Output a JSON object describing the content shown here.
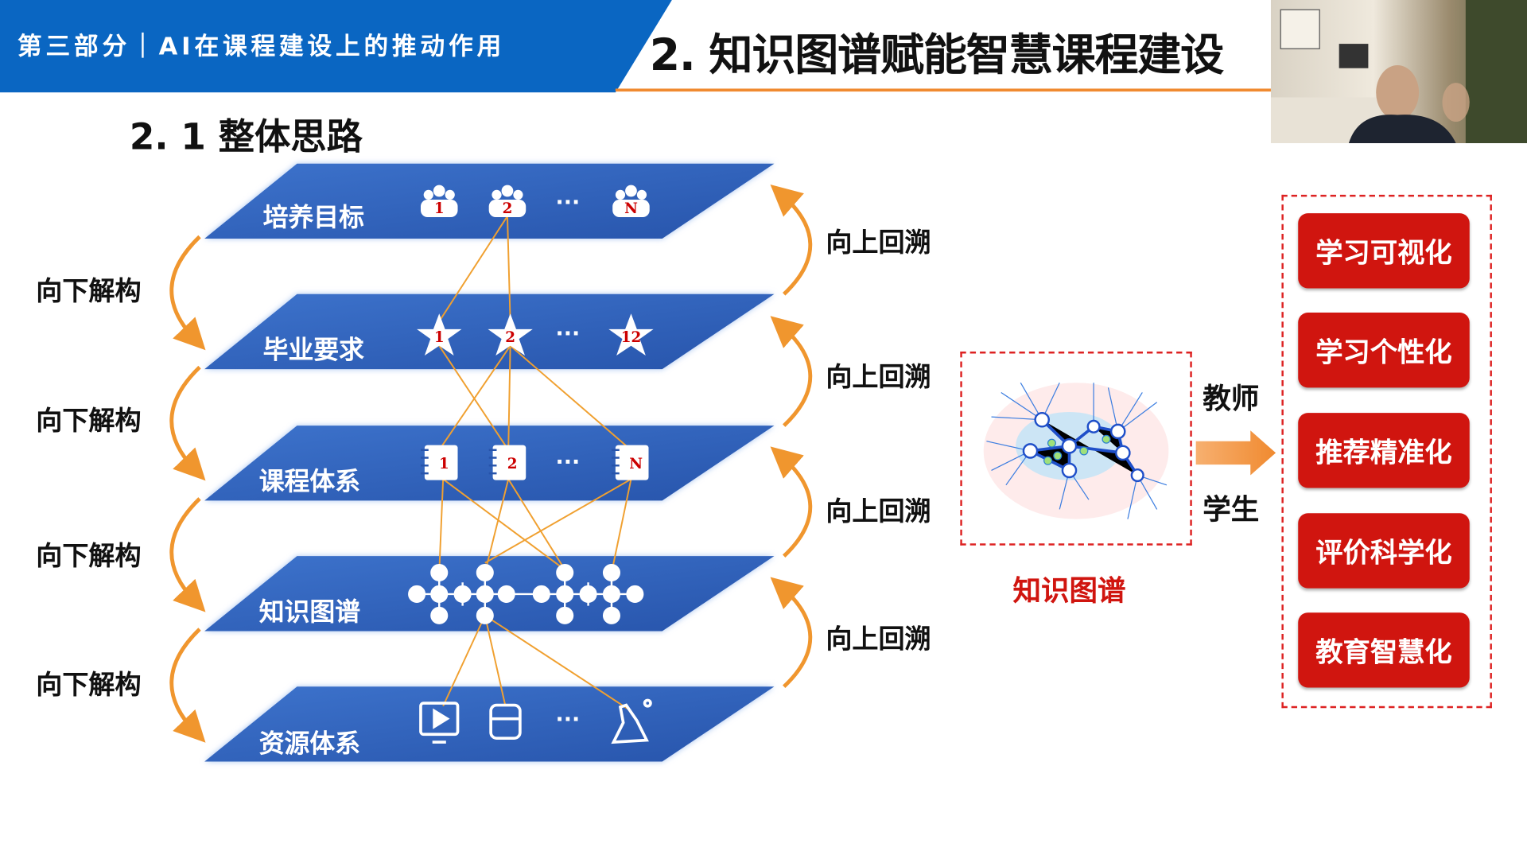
{
  "header": {
    "section": "第三部分｜AI在课程建设上的推动作用",
    "title": "2. 知识图谱赋能智慧课程建设"
  },
  "subtitle": "2. 1 整体思路",
  "layers": [
    {
      "label": "培养目标",
      "icons": [
        "1",
        "2",
        "N"
      ],
      "icon_type": "people-group-icon"
    },
    {
      "label": "毕业要求",
      "icons": [
        "1",
        "2",
        "12"
      ],
      "icon_type": "star-icon"
    },
    {
      "label": "课程体系",
      "icons": [
        "1",
        "2",
        "N"
      ],
      "icon_type": "book-icon"
    },
    {
      "label": "知识图谱",
      "icons": [],
      "icon_type": "node-network-icon"
    },
    {
      "label": "资源体系",
      "icons": [],
      "icon_type": "resource-icon"
    }
  ],
  "ellipsis": "···",
  "down_label": "向下解构",
  "up_label": "向上回溯",
  "kg_label": "知识图谱",
  "teacher": "教师",
  "student": "学生",
  "outcomes": [
    "学习可视化",
    "学习个性化",
    "推荐精准化",
    "评价科学化",
    "教育智慧化"
  ],
  "colors": {
    "header_blue": "#0a66c2",
    "accent_orange": "#f08a30",
    "outcome_red": "#d0150f",
    "plane_blue": "#2f62bd"
  }
}
